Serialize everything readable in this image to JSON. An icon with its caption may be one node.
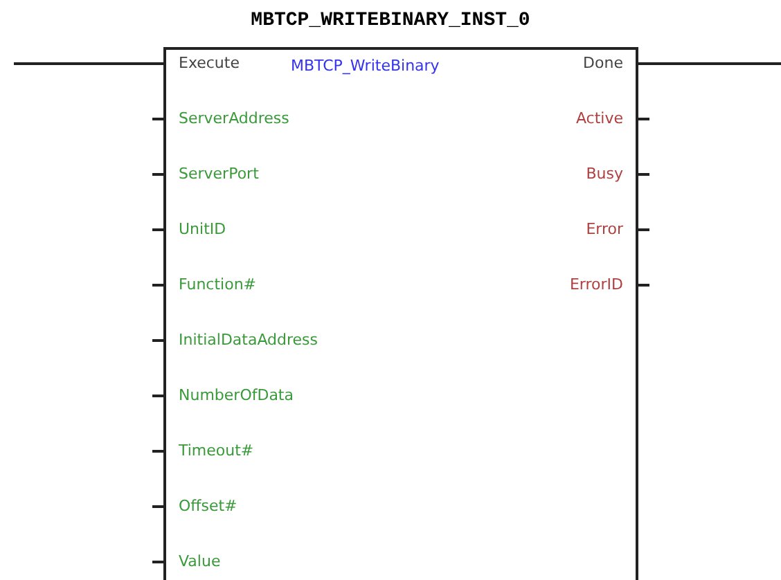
{
  "diagram": {
    "nodes": [
      {
        "text": [
          "MBTCP_WRITEBINARY_INST_0",
          "MBTCP_WriteBinary"
        ]
      }
    ],
    "labels": [
      "Execute",
      "Done",
      "ServerAddress",
      "Active",
      "ServerPort",
      "Busy",
      "UnitID",
      "Error",
      "Function#",
      "ErrorID",
      "InitialDataAddress",
      "NumberOfData",
      "Timeout#",
      "Offset#",
      "Value"
    ]
  }
}
